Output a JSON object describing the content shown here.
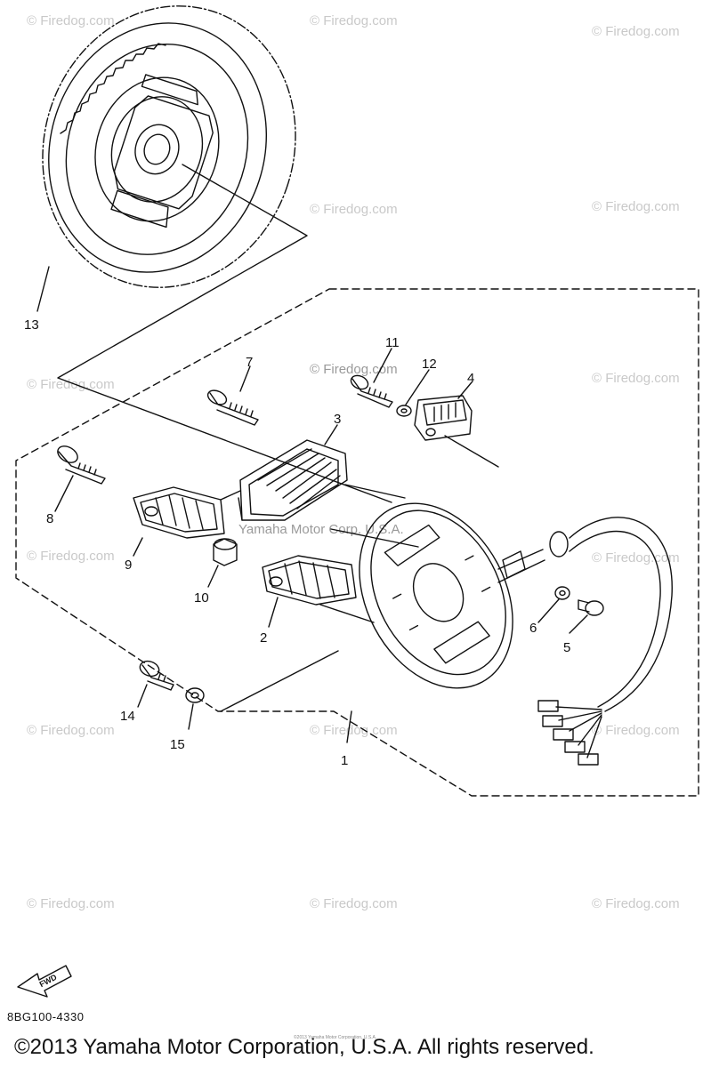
{
  "diagram": {
    "callouts": [
      "1",
      "2",
      "3",
      "4",
      "5",
      "6",
      "7",
      "8",
      "9",
      "10",
      "11",
      "12",
      "13",
      "14",
      "15"
    ],
    "watermark_text": "© Firedog.com",
    "center_watermark": "Yamaha Motor Corp. U.S.A.",
    "fwd_label": "FWD",
    "part_code": "8BG100-4330",
    "fine_print": "©2013 Yamaha Motor Corporation, U.S.A.",
    "copyright": "©2013 Yamaha Motor Corporation, U.S.A. All rights reserved."
  }
}
